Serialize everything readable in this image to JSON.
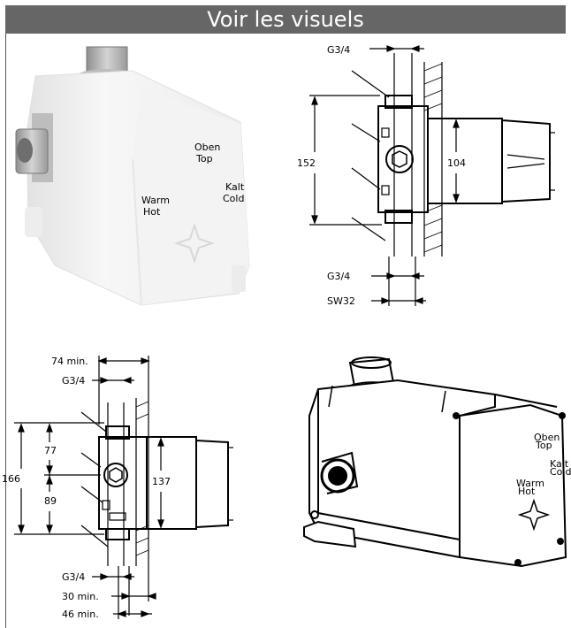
{
  "header": {
    "title": "Voir les visuels"
  },
  "product_photo": {
    "embossed": [
      "Oben",
      "Top",
      "Warm",
      "Hot",
      "Kalt",
      "Cold"
    ]
  },
  "drawing_top": {
    "dims": {
      "g34_top": "G3/4",
      "h152": "152",
      "h104": "104",
      "g34_bottom": "G3/4",
      "sw32": "SW32"
    }
  },
  "drawing_bottom": {
    "dims": {
      "min74": "74 min.",
      "g34_top": "G3/4",
      "h166": "166",
      "h77": "77",
      "h89": "89",
      "h137": "137",
      "g34_bottom": "G3/4",
      "min30": "30 min.",
      "min46": "46 min."
    }
  },
  "line_art": {
    "labels": [
      "Oben",
      "Top",
      "Warm",
      "Hot",
      "Kalt",
      "Cold"
    ]
  }
}
